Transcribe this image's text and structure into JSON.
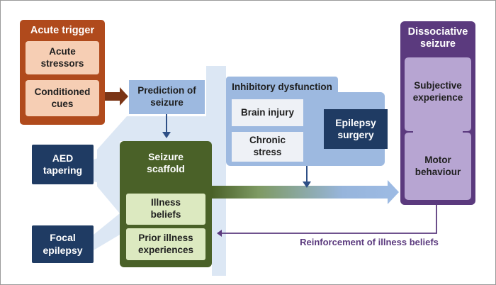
{
  "acute_trigger": {
    "title": "Acute trigger",
    "items": [
      "Acute stressors",
      "Conditioned cues"
    ]
  },
  "prediction": "Prediction of seizure",
  "aed_tapering": "AED tapering",
  "focal_epilepsy": "Focal epilepsy",
  "seizure_scaffold": {
    "title": "Seizure scaffold",
    "items": [
      "Illness beliefs",
      "Prior illness experiences"
    ]
  },
  "inhibitory": {
    "title": "Inhibitory dysfunction",
    "items": [
      "Brain injury",
      "Chronic stress"
    ]
  },
  "epilepsy_surgery": "Epilepsy surgery",
  "dissociative": {
    "title": "Dissociative seizure",
    "items": [
      "Subjective experience",
      "Motor behaviour"
    ]
  },
  "reinforcement_label": "Reinforcement of illness beliefs",
  "colors": {
    "orange": "#b04a1c",
    "orange_light": "#f6ceb4",
    "blue_light": "#9db9e0",
    "navy": "#1f3b63",
    "green": "#4a6128",
    "green_light": "#dce9c0",
    "purple": "#5b3a7e",
    "purple_light": "#b7a5d2",
    "pale_blue": "#dce7f4"
  }
}
